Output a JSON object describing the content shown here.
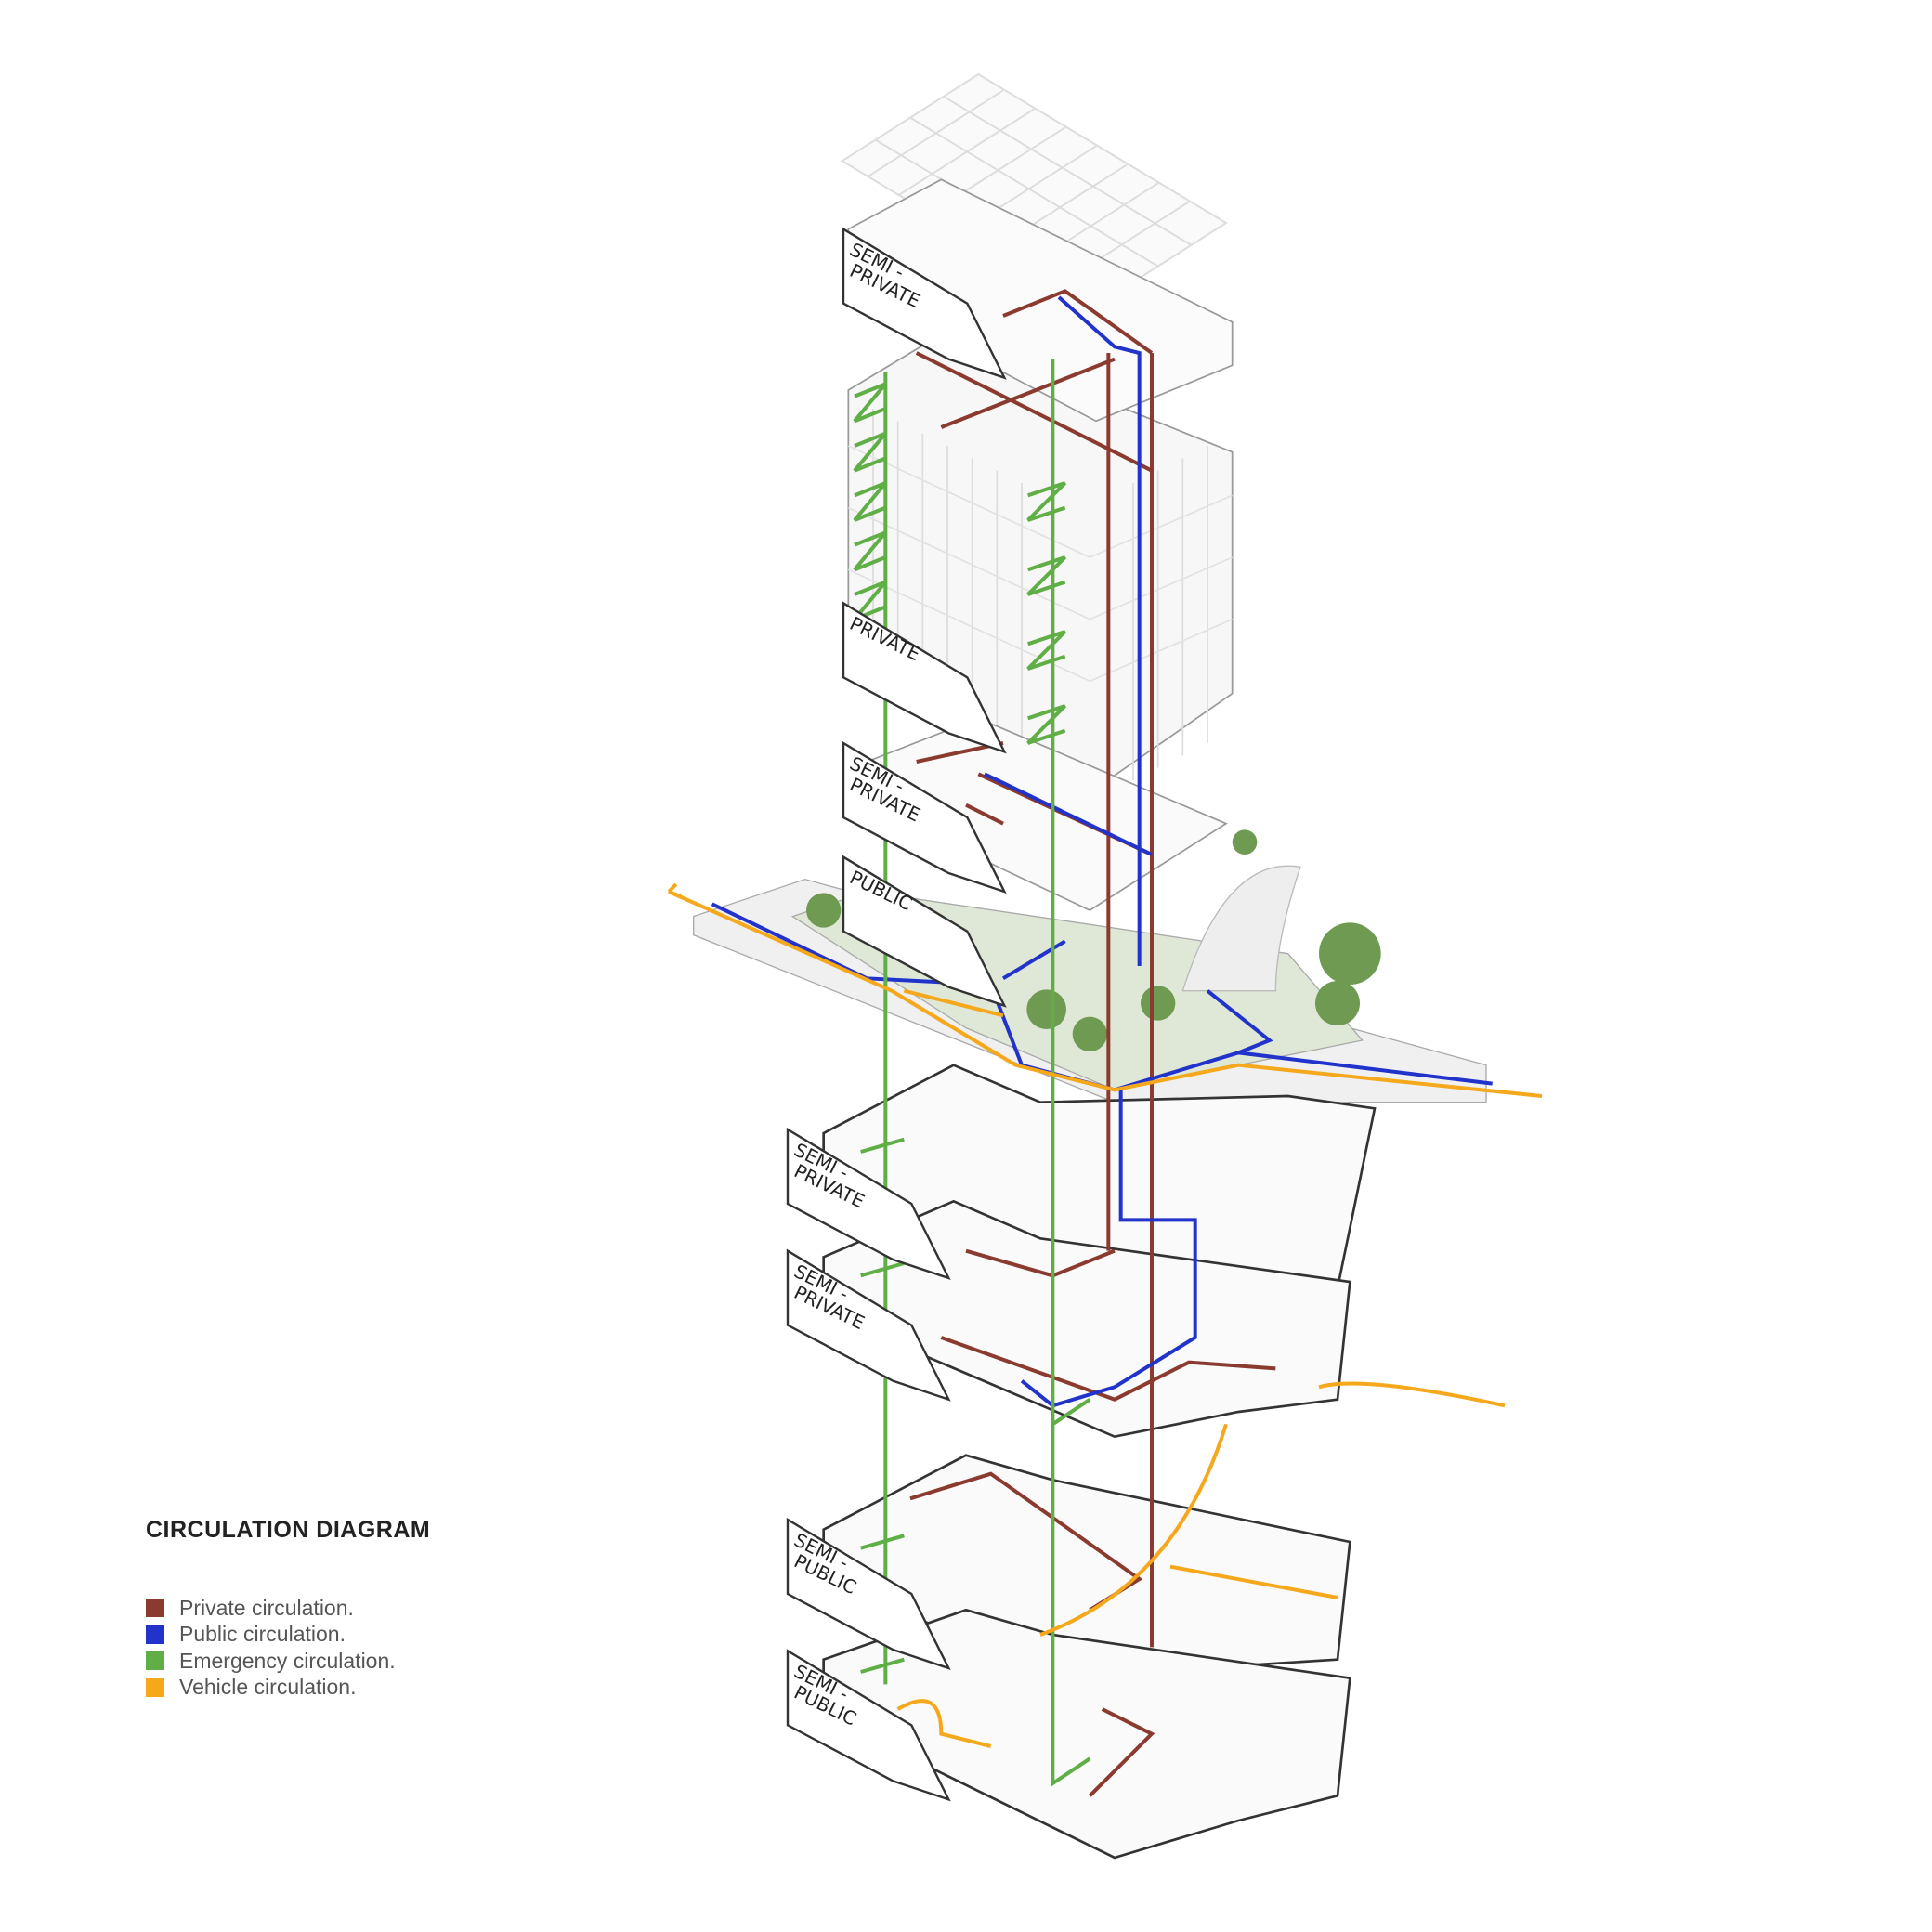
{
  "title": "CIRCULATION DIAGRAM",
  "legend": [
    {
      "label": "Private circulation.",
      "color": "#8b3a2f"
    },
    {
      "label": "Public circulation.",
      "color": "#2233cc"
    },
    {
      "label": "Emergency circulation.",
      "color": "#5fae46"
    },
    {
      "label": "Vehicle circulation.",
      "color": "#f5a81c"
    }
  ],
  "zone_labels": [
    {
      "line1": "SEMI -",
      "line2": "PRIVATE"
    },
    {
      "line1": "PRIVATE",
      "line2": ""
    },
    {
      "line1": "SEMI -",
      "line2": "PRIVATE"
    },
    {
      "line1": "PUBLIC",
      "line2": ""
    },
    {
      "line1": "SEMI -",
      "line2": "PRIVATE"
    },
    {
      "line1": "SEMI -",
      "line2": "PRIVATE"
    },
    {
      "line1": "SEMI -",
      "line2": "PUBLIC"
    },
    {
      "line1": "SEMI -",
      "line2": "PUBLIC"
    }
  ]
}
